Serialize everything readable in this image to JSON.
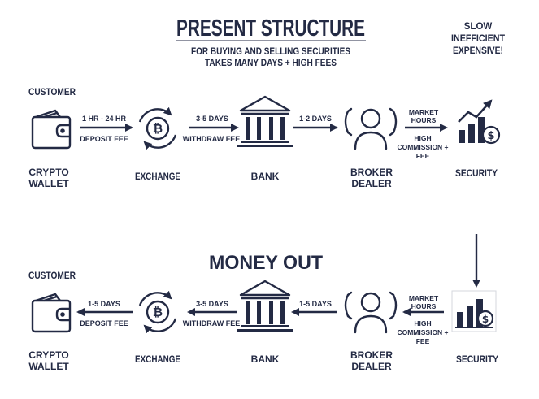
{
  "title": "PRESENT STRUCTURE",
  "subtitle": [
    "FOR BUYING AND SELLING  SECURITIES",
    "TAKES MANY DAYS + HIGH FEES"
  ],
  "callout": [
    "SLOW",
    "INEFFICIENT",
    "EXPENSIVE!"
  ],
  "money_out": "MONEY OUT",
  "colors": {
    "ink": "#232a44"
  },
  "top_flow": {
    "customer": "CUSTOMER",
    "nodes": {
      "wallet": [
        "CRYPTO",
        "WALLET"
      ],
      "exchange": "EXCHANGE",
      "bank": "BANK",
      "broker": [
        "BROKER",
        "DEALER"
      ],
      "security": "SECURITY"
    },
    "arrows": {
      "a1_top": "1 HR - 24 HR",
      "a1_bottom": "DEPOSIT FEE",
      "a2_top": "3-5 DAYS",
      "a2_bottom": "WITHDRAW FEE",
      "a3_top": "1-2 DAYS",
      "a4_top": [
        "MARKET",
        "HOURS"
      ],
      "a4_bottom": [
        "HIGH",
        "COMMISSION +",
        "FEE"
      ]
    }
  },
  "bottom_flow": {
    "customer": "CUSTOMER",
    "nodes": {
      "wallet": [
        "CRYPTO",
        "WALLET"
      ],
      "exchange": "EXCHANGE",
      "bank": "BANK",
      "broker": [
        "BROKER",
        "DEALER"
      ],
      "security": "SECURITY"
    },
    "arrows": {
      "a1_top": "1-5 DAYS",
      "a1_bottom": "DEPOSIT FEE",
      "a2_top": "3-5 DAYS",
      "a2_bottom": "WITHDRAW FEE",
      "a3_top": "1-5 DAYS",
      "a4_top": [
        "MARKET",
        "HOURS"
      ],
      "a4_bottom": [
        "HIGH",
        "COMMISSION +",
        "FEE"
      ]
    }
  }
}
